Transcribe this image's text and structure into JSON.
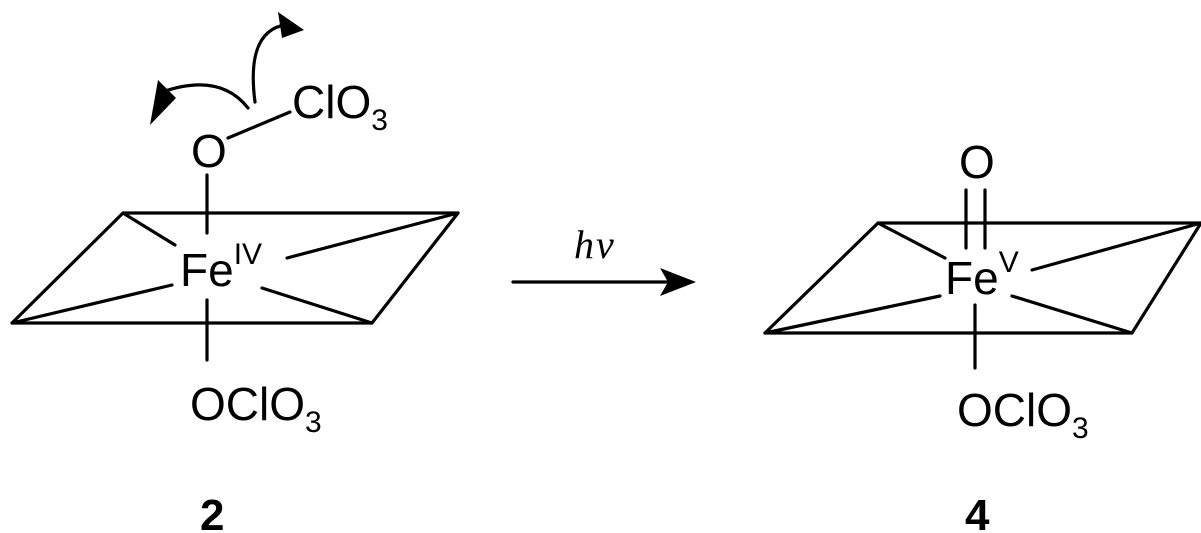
{
  "reactant": {
    "number": "2",
    "metal": "Fe",
    "oxidation_state": "IV",
    "top_ligand": {
      "bridging_o": "O",
      "group": "ClO",
      "group_subscript": "3"
    },
    "bottom_ligand": {
      "text": "OClO",
      "subscript": "3"
    }
  },
  "arrow": {
    "condition_h": "h",
    "condition_nu": "ν"
  },
  "product": {
    "number": "4",
    "metal": "Fe",
    "oxidation_state": "V",
    "oxo": "O",
    "bottom_ligand": {
      "text": "OClO",
      "subscript": "3"
    }
  }
}
